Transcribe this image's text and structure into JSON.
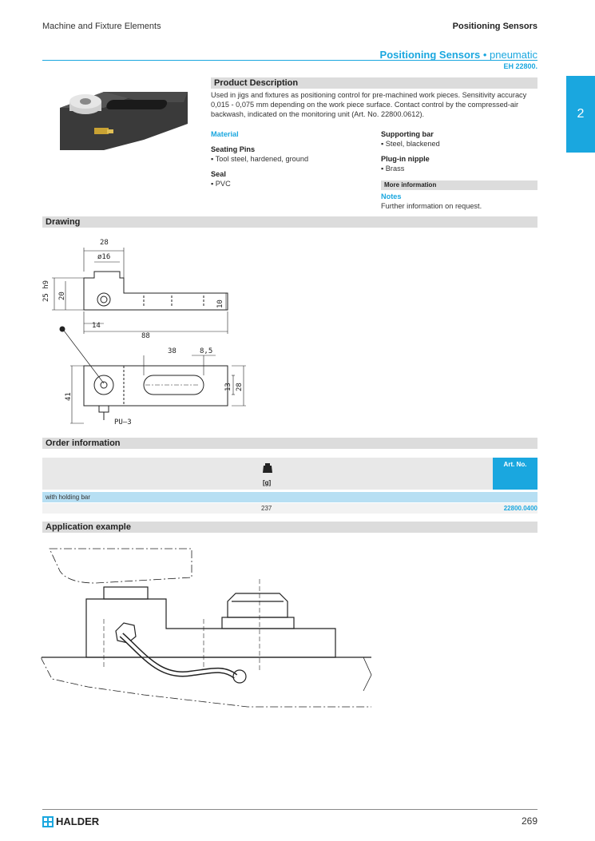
{
  "header": {
    "left": "Machine and Fixture Elements",
    "right": "Positioning Sensors"
  },
  "title": {
    "main": "Positioning Sensors",
    "bullet": " • ",
    "sub": "pneumatic",
    "code": "EH 22800."
  },
  "side_tab": "2",
  "product_description": {
    "heading": "Product Description",
    "text": "Used in jigs and fixtures as positioning control for pre-machined work pieces. Sensitivity accuracy 0,015 - 0,075 mm depending on the work piece surface. Contact control by the compressed-air backwash, indicated on the monitoring unit (Art. No. 22800.0612)."
  },
  "material": {
    "heading": "Material",
    "seating_pins": {
      "label": "Seating Pins",
      "value": "▪ Tool steel, hardened, ground"
    },
    "seal": {
      "label": "Seal",
      "value": "▪ PVC"
    },
    "supporting_bar": {
      "label": "Supporting bar",
      "value": "▪ Steel, blackened"
    },
    "plugin_nipple": {
      "label": "Plug-in nipple",
      "value": "▪ Brass"
    }
  },
  "more_info": {
    "heading": "More information",
    "notes_label": "Notes",
    "notes_text": "Further information on request."
  },
  "drawing": {
    "heading": "Drawing",
    "dims": {
      "d28": "28",
      "d16": "ø16",
      "d25": "25 h9",
      "d20": "20",
      "d10": "10",
      "d14": "14",
      "d88": "88",
      "d38": "38",
      "d85": "8,5",
      "d13": "13",
      "d28b": "28",
      "d41": "41",
      "pu3": "PU–3"
    }
  },
  "order": {
    "heading": "Order information",
    "weight_unit": "[g]",
    "art_no_label": "Art. No.",
    "group_label": "with holding bar",
    "rows": [
      {
        "weight": "237",
        "art_no": "22800.0400"
      }
    ]
  },
  "application": {
    "heading": "Application example"
  },
  "footer": {
    "logo": "HALDER",
    "page": "269"
  },
  "colors": {
    "accent": "#1aa7df",
    "bar_grey": "#dcdcdc"
  }
}
